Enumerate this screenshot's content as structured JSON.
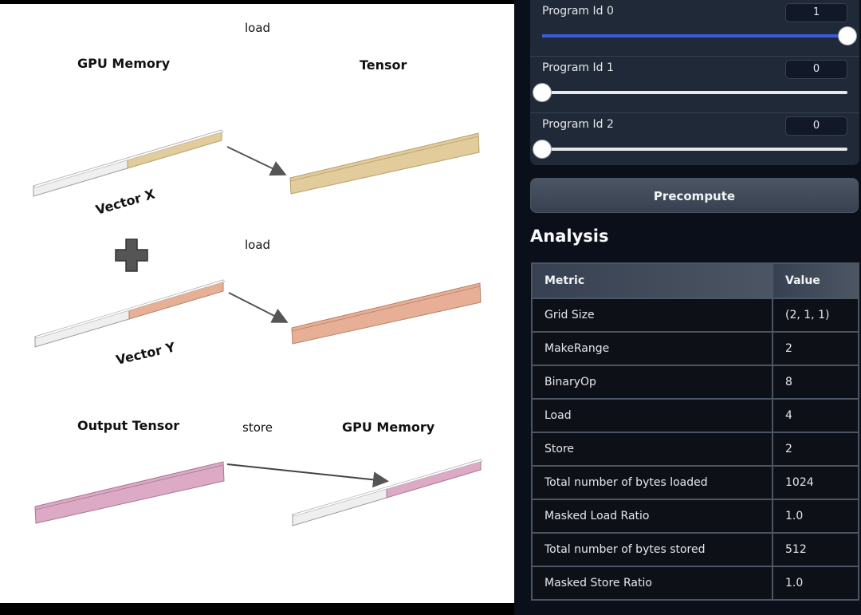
{
  "diagram": {
    "load1": "load",
    "gpu_memory_src": "GPU Memory",
    "tensor": "Tensor",
    "vector_x": "Vector X",
    "load2": "load",
    "vector_y": "Vector Y",
    "output_tensor": "Output  Tensor",
    "store": "store",
    "gpu_memory_dst": "GPU Memory"
  },
  "controls": {
    "sliders": [
      {
        "label": "Program Id 0",
        "value": "1",
        "fraction": 1.0
      },
      {
        "label": "Program Id 1",
        "value": "0",
        "fraction": 0.0
      },
      {
        "label": "Program Id 2",
        "value": "0",
        "fraction": 0.0
      }
    ],
    "precompute_label": "Precompute"
  },
  "analysis": {
    "title": "Analysis",
    "columns": [
      "Metric",
      "Value"
    ],
    "rows": [
      [
        "Grid Size",
        "(2, 1, 1)"
      ],
      [
        "MakeRange",
        "2"
      ],
      [
        "BinaryOp",
        "8"
      ],
      [
        "Load",
        "4"
      ],
      [
        "Store",
        "2"
      ],
      [
        "Total number of bytes loaded",
        "1024"
      ],
      [
        "Masked Load Ratio",
        "1.0"
      ],
      [
        "Total number of bytes stored",
        "512"
      ],
      [
        "Masked Store Ratio",
        "1.0"
      ]
    ]
  },
  "colors": {
    "tan": "#e3cc9c",
    "salmon": "#e7b096",
    "pink": "#ddaac6",
    "white_bar": "#eeeeee",
    "slider_fill": "#3b5bdb"
  }
}
